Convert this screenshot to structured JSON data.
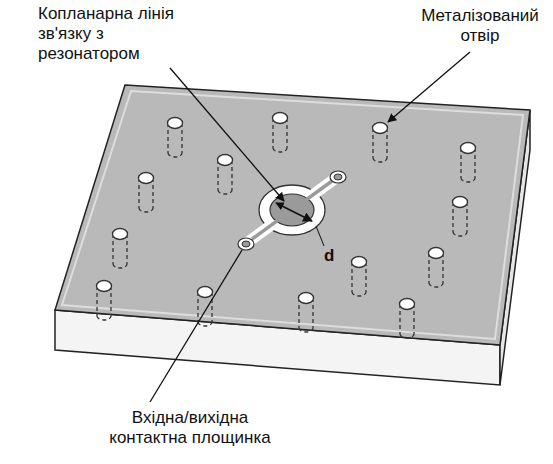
{
  "diagram": {
    "labels": [
      "Копланарна лінія зв'язку з резонатором",
      "Металізований отвір",
      "d",
      "Вхідна/вихідна контактна площинка"
    ]
  }
}
